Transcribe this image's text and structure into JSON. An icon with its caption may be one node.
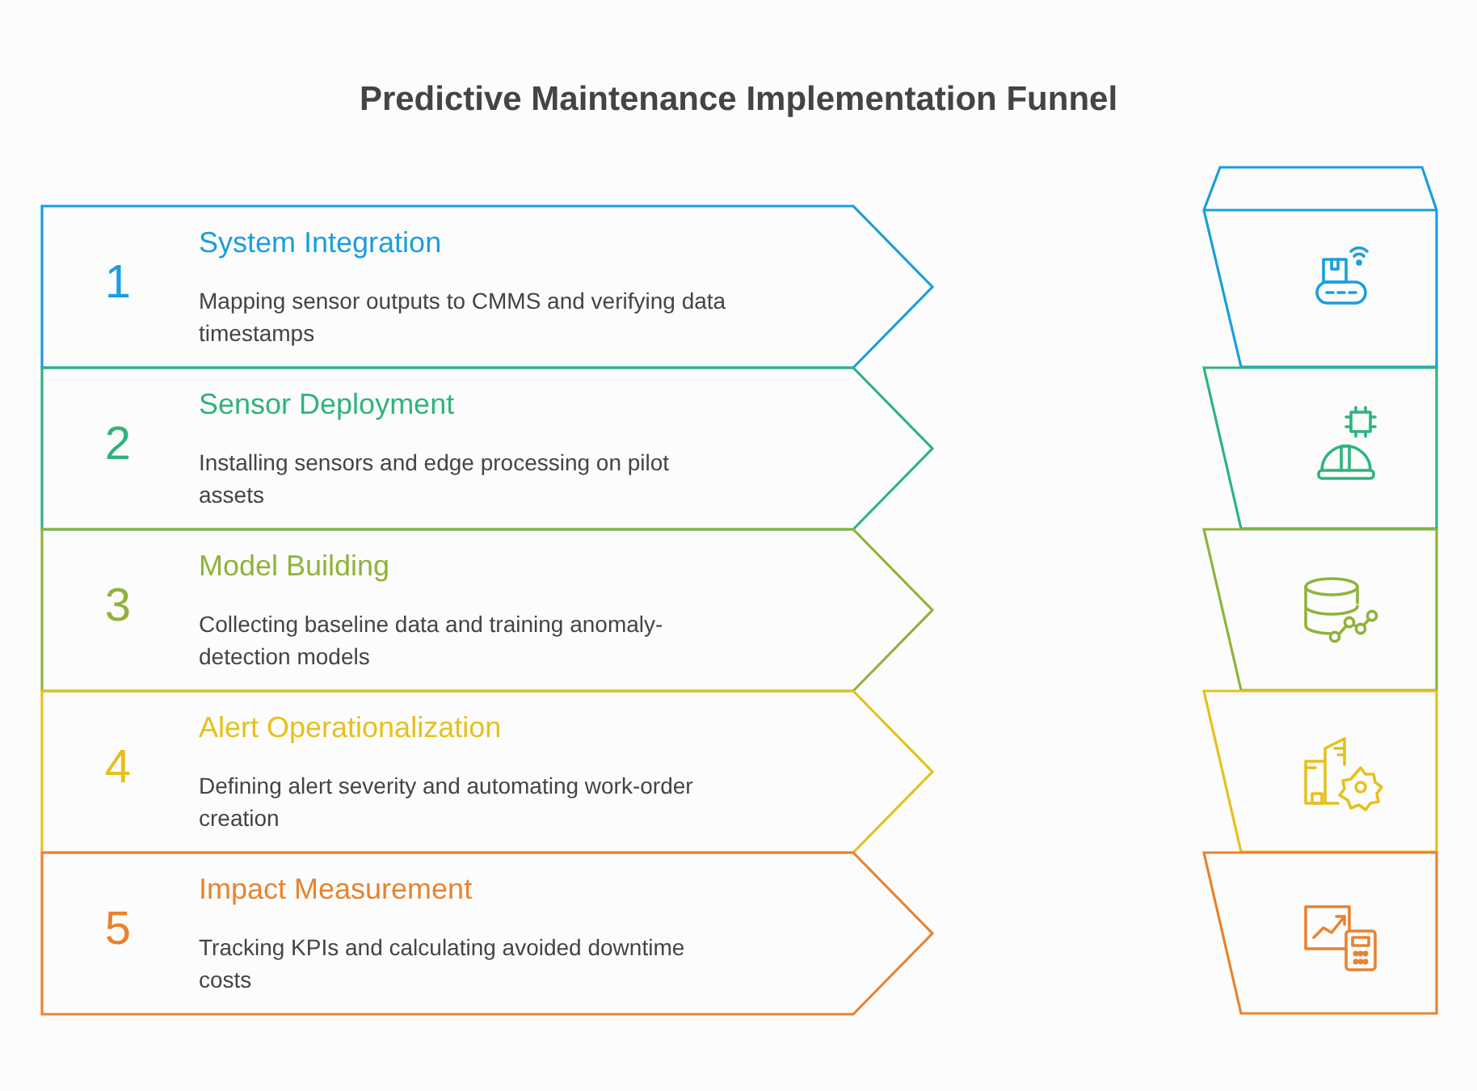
{
  "diagram": {
    "title": "Predictive Maintenance Implementation Funnel",
    "nodes": [
      {
        "text": [
          "1",
          "System Integration",
          "Mapping sensor outputs to CMMS and verifying data timestamps"
        ]
      },
      {
        "text": [
          "2",
          "Sensor Deployment",
          "Installing sensors and edge processing on pilot assets"
        ]
      },
      {
        "text": [
          "3",
          "Model Building",
          "Collecting baseline data and training anomaly-detection models"
        ]
      },
      {
        "text": [
          "4",
          "Alert Operationalization",
          "Defining alert severity and automating work-order creation"
        ]
      },
      {
        "text": [
          "5",
          "Impact Measurement",
          "Tracking KPIs and calculating avoided downtime costs"
        ]
      },
      {
        "text": [],
        "shape": "trapezoid"
      },
      {
        "text": [],
        "shape": "trapezoid"
      },
      {
        "text": [],
        "shape": "trapezoid"
      },
      {
        "text": [],
        "shape": "trapezoid"
      },
      {
        "text": [],
        "shape": "trapezoid"
      }
    ],
    "edges": []
  }
}
